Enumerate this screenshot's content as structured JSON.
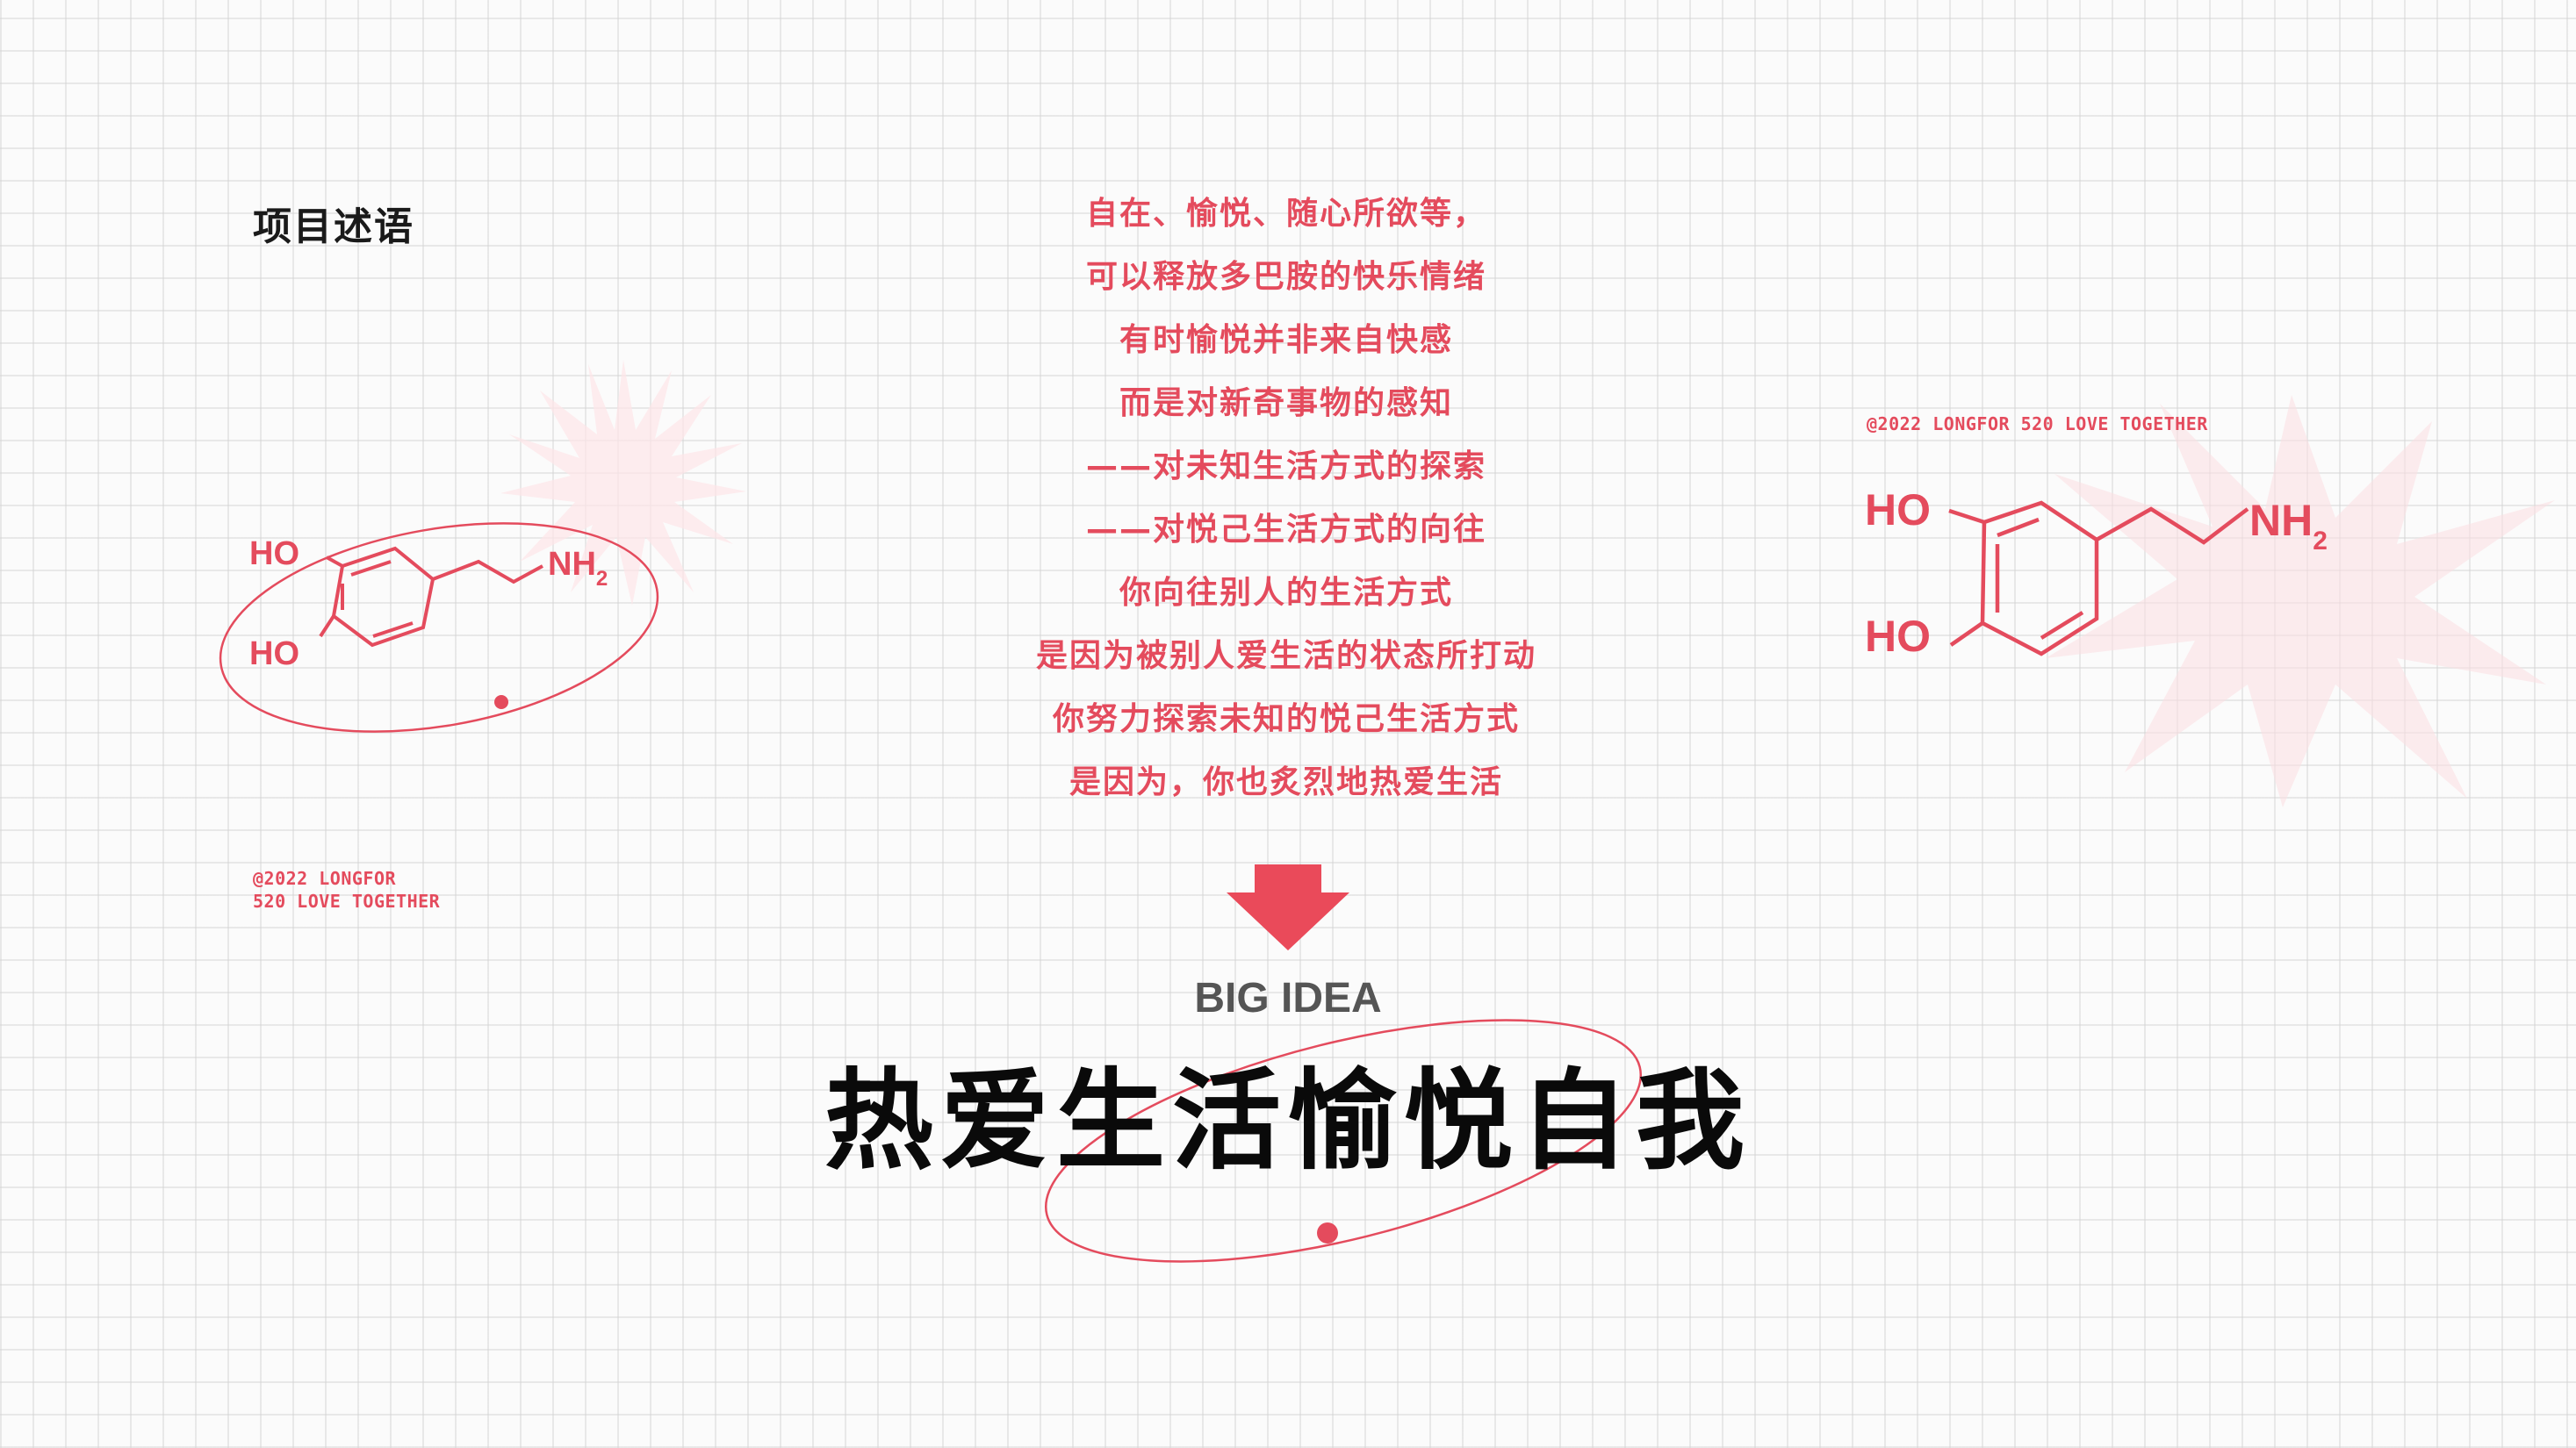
{
  "section_title": "项目述语",
  "poem": {
    "lines": [
      "自在、愉悦、随心所欲等，",
      "可以释放多巴胺的快乐情绪",
      "有时愉悦并非来自快感",
      "而是对新奇事物的感知",
      "——对未知生活方式的探索",
      "——对悦己生活方式的向往",
      "你向往别人的生活方式",
      "是因为被别人爱生活的状态所打动",
      "你努力探索未知的悦己生活方式",
      "是因为，你也炙烈地热爱生活"
    ]
  },
  "credits": {
    "left_line1": "@2022 LONGFOR",
    "left_line2": "520 LOVE TOGETHER",
    "right": "@2022 LONGFOR 520 LOVE TOGETHER"
  },
  "molecule": {
    "ho_top": "HO",
    "ho_bottom": "HO",
    "nh": "NH",
    "sub": "2"
  },
  "big_idea": {
    "label": "BIG IDEA",
    "slogan": "热爱生活愉悦自我"
  },
  "colors": {
    "accent": "#e44b5d",
    "text_dark": "#0a0a0a",
    "label_gray": "#555555"
  },
  "icons": {
    "arrow": "down-arrow-icon",
    "burst": "starburst-decoration"
  }
}
